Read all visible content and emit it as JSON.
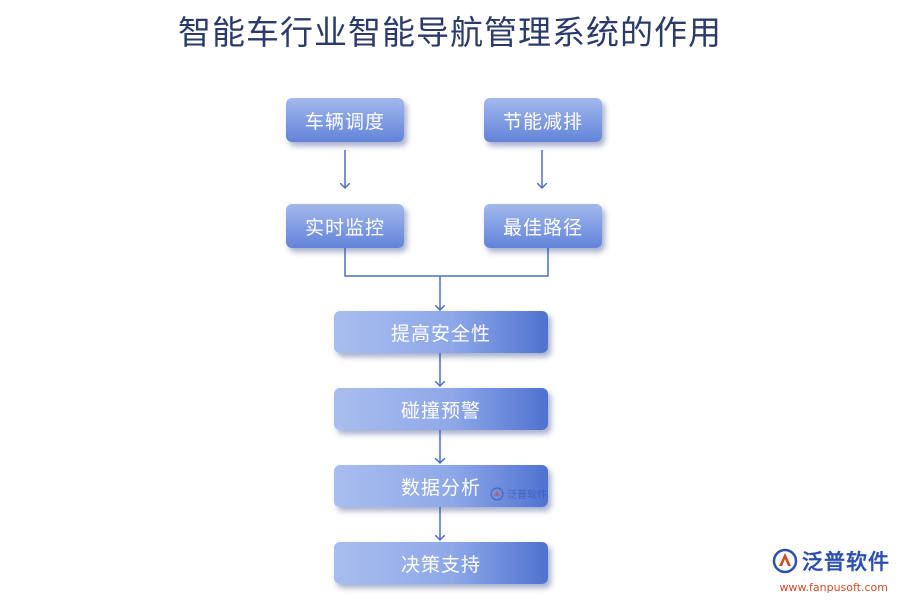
{
  "title": "智能车行业智能导航管理系统的作用",
  "nodes": {
    "vehicle_dispatch": "车辆调度",
    "energy_saving": "节能减排",
    "realtime_monitor": "实时监控",
    "best_route": "最佳路径",
    "improve_safety": "提高安全性",
    "collision_warning": "碰撞预警",
    "data_analysis": "数据分析",
    "decision_support": "决策支持"
  },
  "colors": {
    "node_fill": "#7f9be3",
    "connector": "#4a6fc4",
    "title": "#2b3a6b"
  },
  "brand": {
    "name": "泛普软件",
    "url": "www.fanpusoft.com",
    "icon": "fanpu-logo-icon"
  },
  "watermark": {
    "text": "泛普软件",
    "icon": "fanpu-logo-icon"
  }
}
